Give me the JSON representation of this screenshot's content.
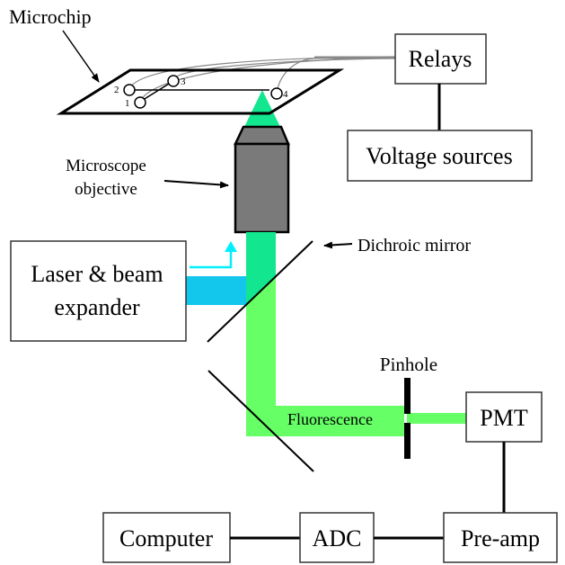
{
  "colors": {
    "excitation_blue": "#12c6ec",
    "arrow_cyan": "#00f0ff",
    "beam_teal": "#12e68e",
    "fluorescence_green": "#66ff66",
    "objective_gray": "#7a7a7a",
    "relay_wire_gray": "#888888"
  },
  "labels": {
    "microchip": "Microchip",
    "relays": "Relays",
    "voltage_sources": "Voltage sources",
    "microscope_objective_line1": "Microscope",
    "microscope_objective_line2": "objective",
    "dichroic_mirror": "Dichroic mirror",
    "laser_line1": "Laser & beam",
    "laser_line2": "expander",
    "pinhole": "Pinhole",
    "fluorescence": "Fluorescence",
    "pmt": "PMT",
    "computer": "Computer",
    "adc": "ADC",
    "preamp": "Pre-amp"
  },
  "reservoirs": [
    "1",
    "2",
    "3",
    "4"
  ]
}
